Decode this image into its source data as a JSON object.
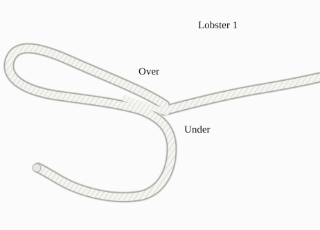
{
  "scene": {
    "title": "Lobster 1",
    "labels": {
      "over": "Over",
      "under": "Under"
    },
    "subject": "rope-knot",
    "colors": {
      "background": "#fbfbfb",
      "rope": "#f3f3ef",
      "rope_edge": "#b8b8b0",
      "rope_shadow": "#8f8f88",
      "text": "#111111"
    }
  }
}
